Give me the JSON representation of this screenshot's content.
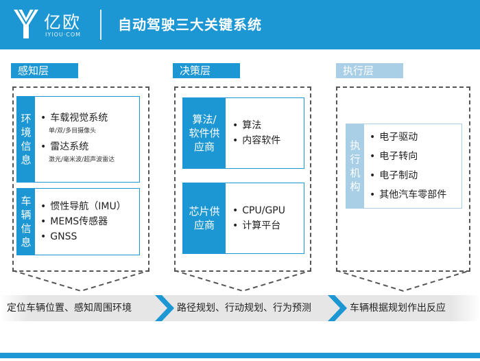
{
  "header": {
    "logo_text": "亿欧",
    "logo_sub": "IYIOU·COM",
    "title": "自动驾驶三大关键系统"
  },
  "colors": {
    "primary": "#1c97d4",
    "light": "#a8cfe5",
    "flow_bg": "#e6e6e6"
  },
  "layers": {
    "perception": {
      "label": "感知层",
      "env_tag": "环境信息",
      "env_items": [
        "车载视觉系统",
        "雷达系统"
      ],
      "env_subs": [
        "单/双/多目摄像头",
        "激光/毫米波/超声波雷达"
      ],
      "veh_tag": "车辆信息",
      "veh_items": [
        "惯性导航（IMU）",
        "MEMS传感器",
        "GNSS"
      ]
    },
    "decision": {
      "label": "决策层",
      "algo_tag": "算法/软件供应商",
      "algo_items": [
        "算法",
        "内容软件"
      ],
      "chip_tag": "芯片供应商",
      "chip_items": [
        "CPU/GPU",
        "计算平台"
      ]
    },
    "execution": {
      "label": "执行层",
      "tag": "执行机构",
      "items": [
        "电子驱动",
        "电子转向",
        "电子制动",
        "其他汽车零部件"
      ]
    }
  },
  "flow": [
    "定位车辆位置、感知周围环境",
    "路径规划、行动规划、行为预测",
    "车辆根据规划作出反应"
  ]
}
